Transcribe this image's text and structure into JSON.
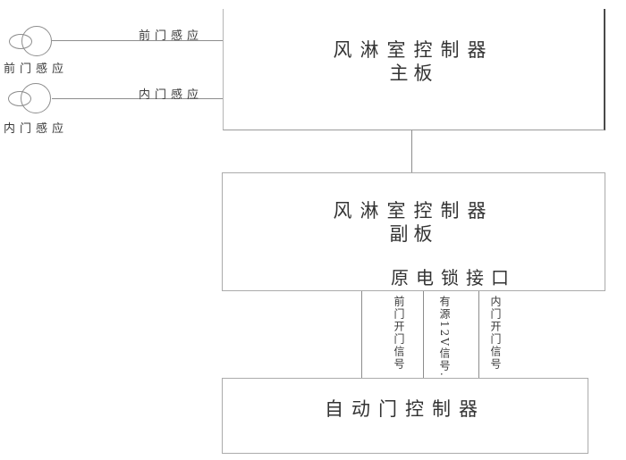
{
  "diagram": {
    "title_context": "air-shower door control wiring diagram",
    "sensors": [
      {
        "symbol_label": "前门感应",
        "wire_label": "前门感应"
      },
      {
        "symbol_label": "内门感应",
        "wire_label": "内门感应"
      }
    ],
    "main_board_box": {
      "title_line1": "风淋室控制器",
      "title_line2": "主板"
    },
    "sub_board_box": {
      "title_line1": "风淋室控制器",
      "title_line2": "副板",
      "lock_port_label": "原电锁接口"
    },
    "signal_wires": [
      {
        "label": "前门开门信号"
      },
      {
        "label": "有源12V信号."
      },
      {
        "label": "内门开门信号"
      }
    ],
    "door_controller_box": {
      "title": "自动门控制器"
    },
    "colors": {
      "wire": "#8d8d8d",
      "box_border": "#ababab",
      "box_border_dark": "#4a4a4a",
      "text": "#333333",
      "background": "#ffffff"
    }
  }
}
